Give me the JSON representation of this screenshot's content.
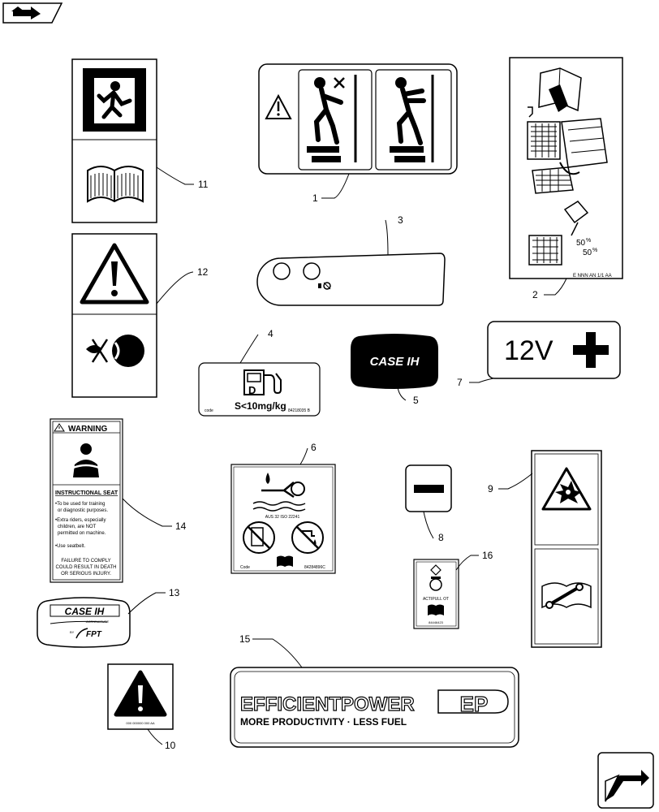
{
  "callouts": [
    {
      "id": "1",
      "text": "1"
    },
    {
      "id": "2",
      "text": "2"
    },
    {
      "id": "3",
      "text": "3"
    },
    {
      "id": "4",
      "text": "4"
    },
    {
      "id": "5",
      "text": "5"
    },
    {
      "id": "6",
      "text": "6"
    },
    {
      "id": "7",
      "text": "7"
    },
    {
      "id": "8",
      "text": "8"
    },
    {
      "id": "9",
      "text": "9"
    },
    {
      "id": "10",
      "text": "10"
    },
    {
      "id": "11",
      "text": "11"
    },
    {
      "id": "12",
      "text": "12"
    },
    {
      "id": "13",
      "text": "13"
    },
    {
      "id": "14",
      "text": "14"
    },
    {
      "id": "15",
      "text": "15"
    },
    {
      "id": "16",
      "text": "16"
    }
  ],
  "decals": {
    "d2_code": "E NNN AN 1/1 AA",
    "d2_mix_a": "50",
    "d2_mix_b": "50",
    "d2_pct": "%",
    "d4_text": "S<10mg/kg",
    "d4_code_label": "code",
    "d4_code": "84218035 B",
    "d5_brand": "CASE IH",
    "d6_std": "AUS 32 ISO 22241",
    "d6_code_label": "Code",
    "d6_code": "84284896C",
    "d7_text": "12V",
    "d10_code": "000 000000 000 AA",
    "d13_brand": "CASE IH",
    "d13_sub": "AGRICULTURE",
    "d13_by": "BY",
    "d13_fpt": "FPT",
    "d14_header": "WARNING",
    "d14_title": "INSTRUCTIONAL SEAT",
    "d14_l1": "•To be used for training",
    "d14_l2": "or diagnostic purposes.",
    "d14_l3": "•Extra riders, especially",
    "d14_l4": "children, are NOT",
    "d14_l5": "permitted on machine.",
    "d14_l6": "•Use seatbelt.",
    "d14_l7": "FAILURE TO COMPLY",
    "d14_l8": "COULD RESULT IN DEATH",
    "d14_l9": "OR SERIOUS INJURY.",
    "d15_title": "EFFICIENTPOWER",
    "d15_badge": "EP",
    "d15_tagline": "MORE PRODUCTIVITY · LESS FUEL",
    "d16_text": "ACTIPULL OT",
    "d16_code": "84446423"
  }
}
